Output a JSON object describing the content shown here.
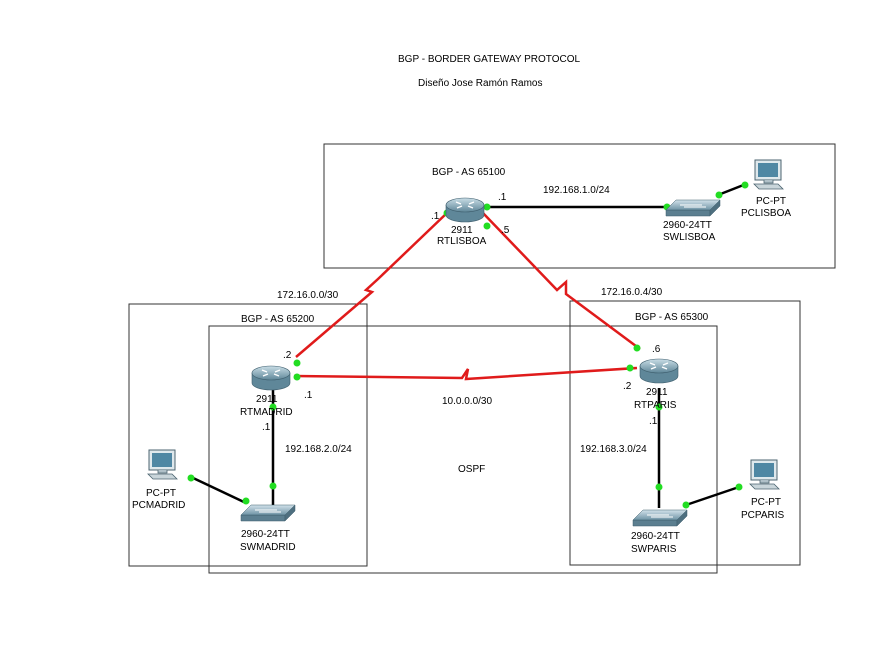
{
  "title": "BGP - BORDER GATEWAY PROTOCOL",
  "subtitle": "Diseño Jose Ramón Ramos",
  "areas": {
    "lisboa": "BGP - AS 65100",
    "madrid": "BGP - AS 65200",
    "paris": "BGP - AS 65300"
  },
  "igp_label": "OSPF",
  "networks": {
    "lisboa_lan": "192.168.1.0/24",
    "madrid_lan": "192.168.2.0/24",
    "paris_lan": "192.168.3.0/24",
    "lis_mad": "172.16.0.0/30",
    "lis_par": "172.16.0.4/30",
    "mad_par": "10.0.0.0/30"
  },
  "devices": {
    "rtlisboa": {
      "model": "2911",
      "name": "RTLISBOA"
    },
    "rtmadrid": {
      "model": "2911",
      "name": "RTMADRID"
    },
    "rtparis": {
      "model": "2911",
      "name": "RTPARIS"
    },
    "swlisboa": {
      "model": "2960-24TT",
      "name": "SWLISBOA"
    },
    "swmadrid": {
      "model": "2960-24TT",
      "name": "SWMADRID"
    },
    "swparis": {
      "model": "2960-24TT",
      "name": "SWPARIS"
    },
    "pclisboa": {
      "model": "PC-PT",
      "name": "PCLISBOA"
    },
    "pcmadrid": {
      "model": "PC-PT",
      "name": "PCMADRID"
    },
    "pcparis": {
      "model": "PC-PT",
      "name": "PCPARIS"
    }
  },
  "ifaces": {
    "lis_lan": ".1",
    "lis_mad": ".1",
    "lis_par": ".5",
    "mad_lis": ".2",
    "mad_par": ".1",
    "mad_lan": ".1",
    "par_lis": ".6",
    "par_mad": ".2",
    "par_lan": ".1"
  },
  "colors": {
    "serial_link": "#e01b1b",
    "ethernet_link": "#000000",
    "port_up": "#22dd22",
    "router_body": "#7fa6b8",
    "switch_body": "#8aa9b8"
  }
}
